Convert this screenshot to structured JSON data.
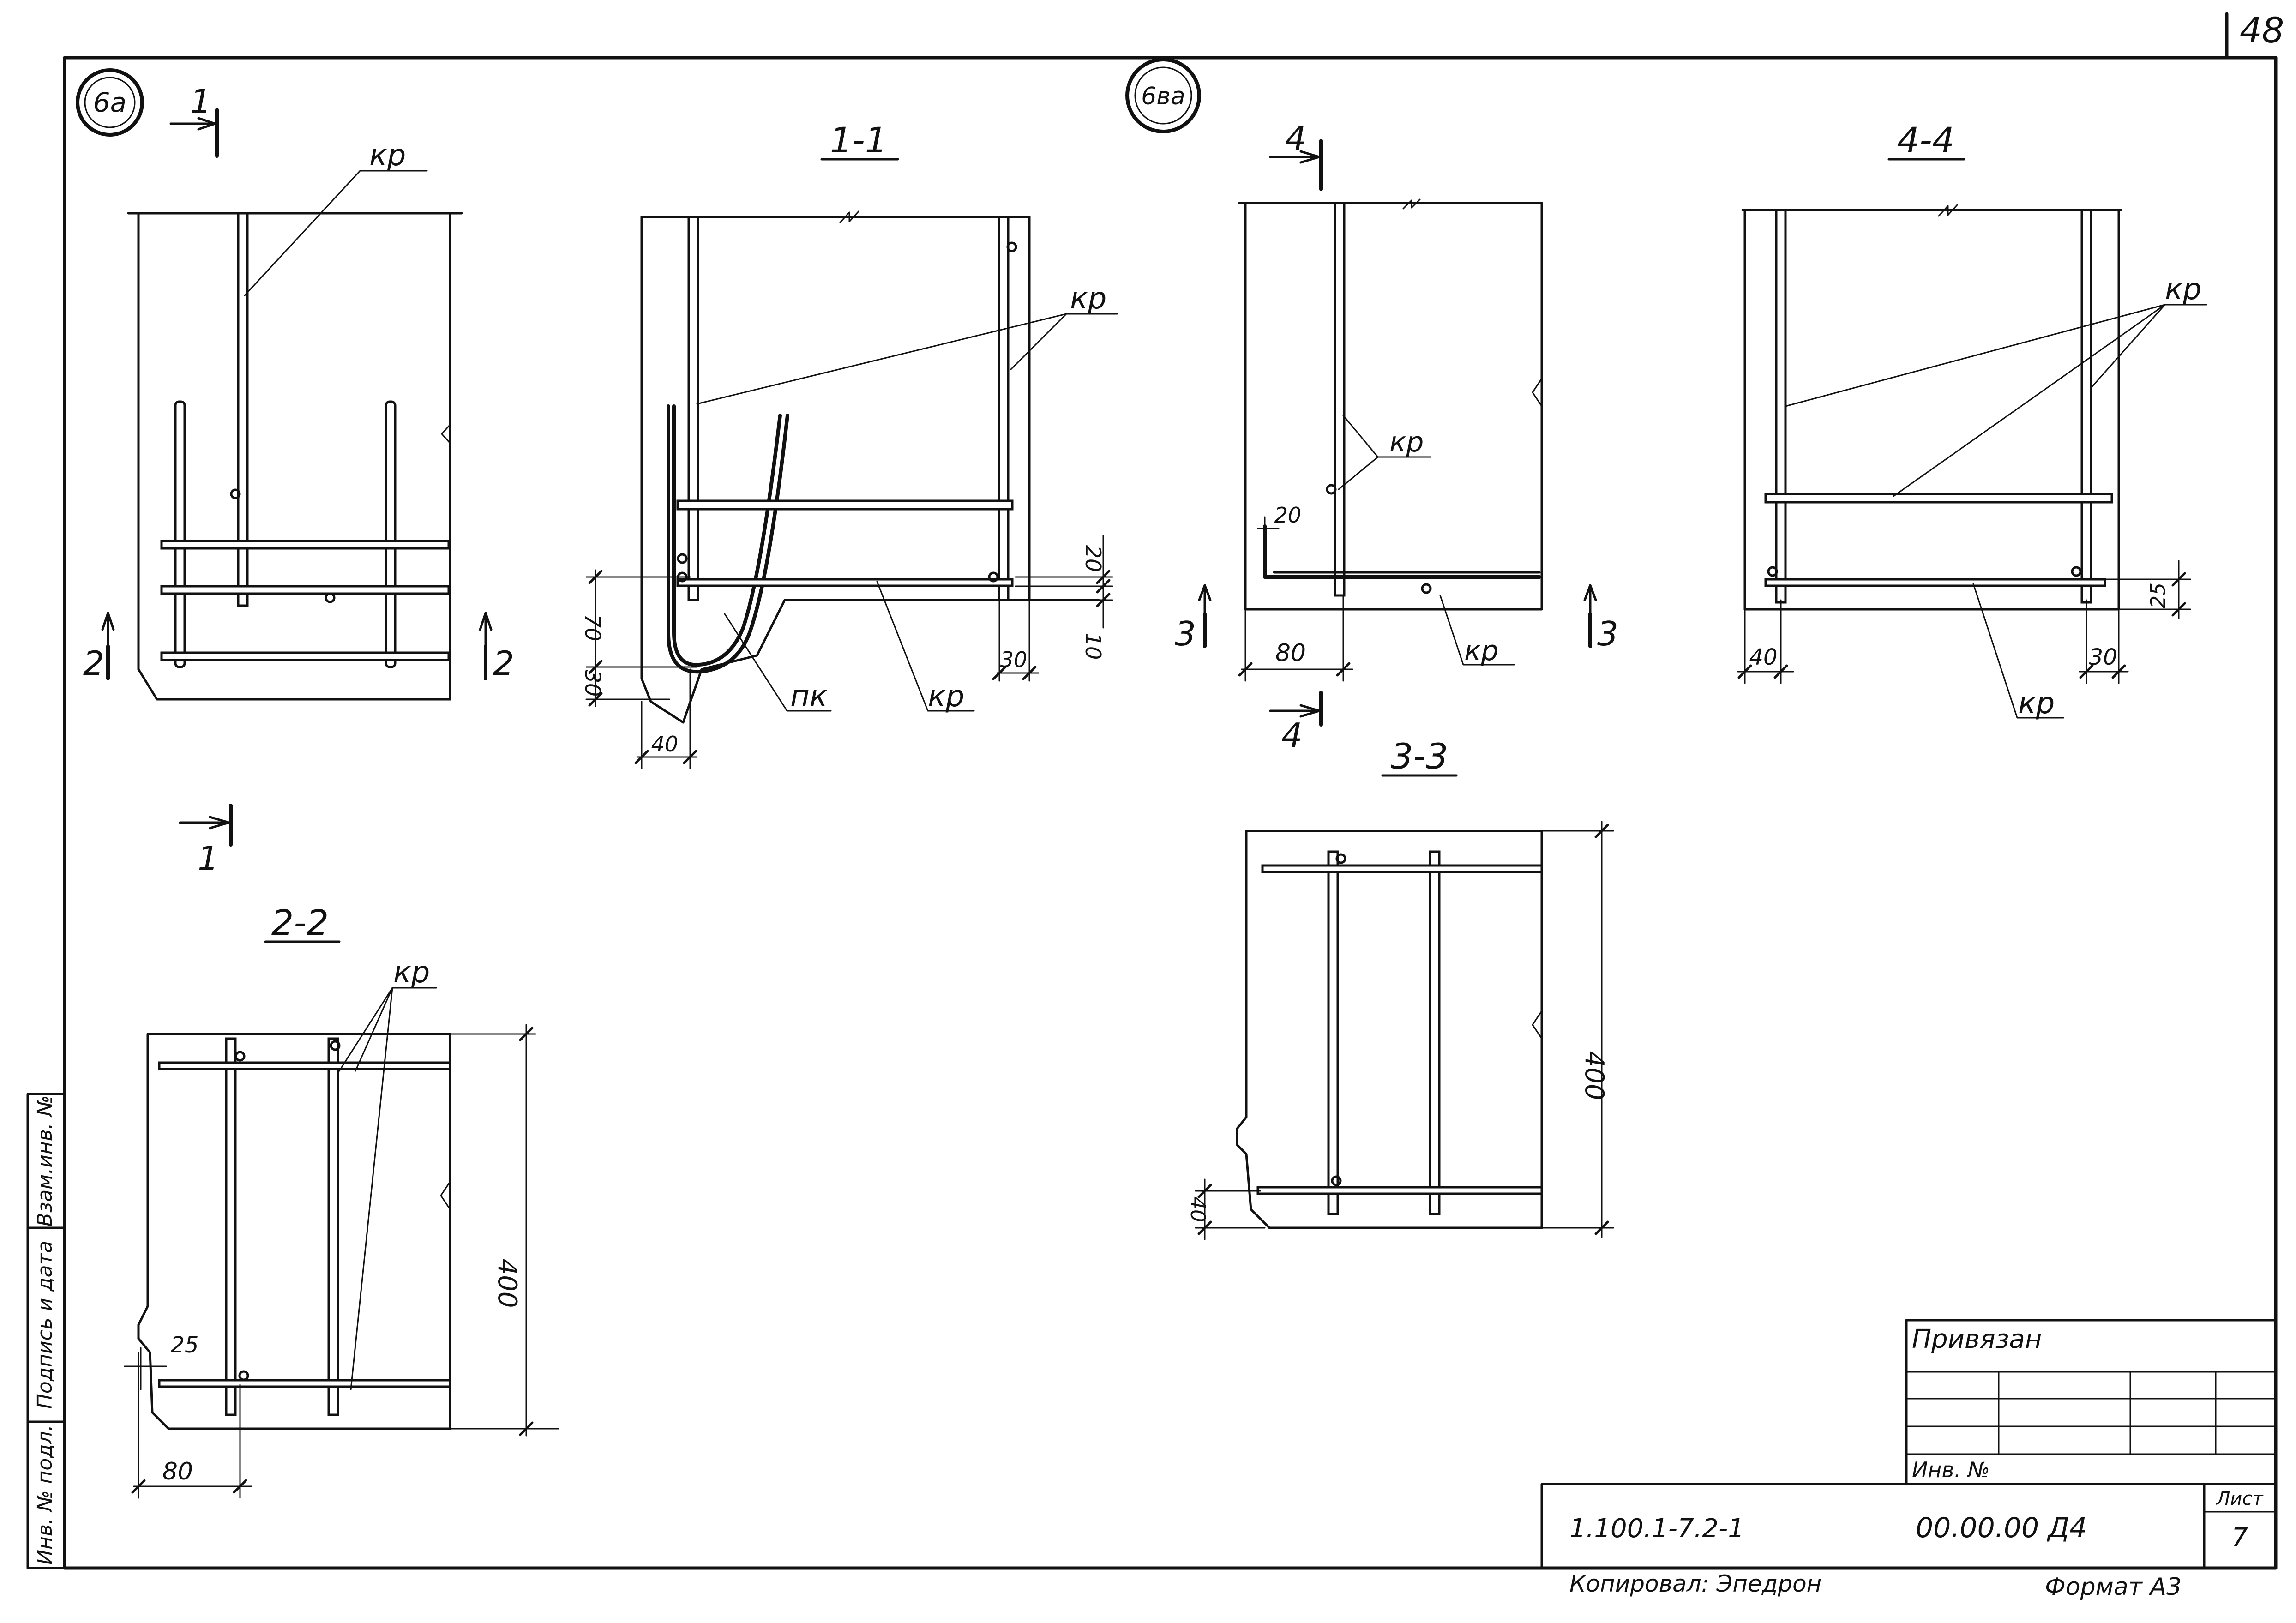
{
  "page_number": "48",
  "markers": {
    "node_a": "6а",
    "node_b": "6ва"
  },
  "section_labels": {
    "s1_1": "1-1",
    "s2_2": "2-2",
    "s3_3": "3-3",
    "s4_4": "4-4"
  },
  "cut_marks": {
    "one": "1",
    "two": "2",
    "three": "3",
    "four": "4"
  },
  "callouts": {
    "kp": "кр",
    "pk": "пк"
  },
  "dimensions": {
    "d20": "20",
    "d70": "70",
    "d30": "30",
    "d10": "10",
    "d40": "40",
    "d80": "80",
    "d25": "25",
    "d400": "400"
  },
  "side_stamp": {
    "inv_podl": "Инв. № подл.",
    "podpis": "Подпись и дата",
    "vzam": "Взам.инв. №"
  },
  "title_block": {
    "privyazan": "Привязан",
    "inv_no": "Инв. №",
    "list_label": "Лист",
    "list_value": "7",
    "series_code": "1.100.1-7.2-1",
    "doc_code": "00.00.00 Д4"
  },
  "footer": {
    "copied": "Копировал: Эпедрон",
    "format": "Формат А3"
  }
}
